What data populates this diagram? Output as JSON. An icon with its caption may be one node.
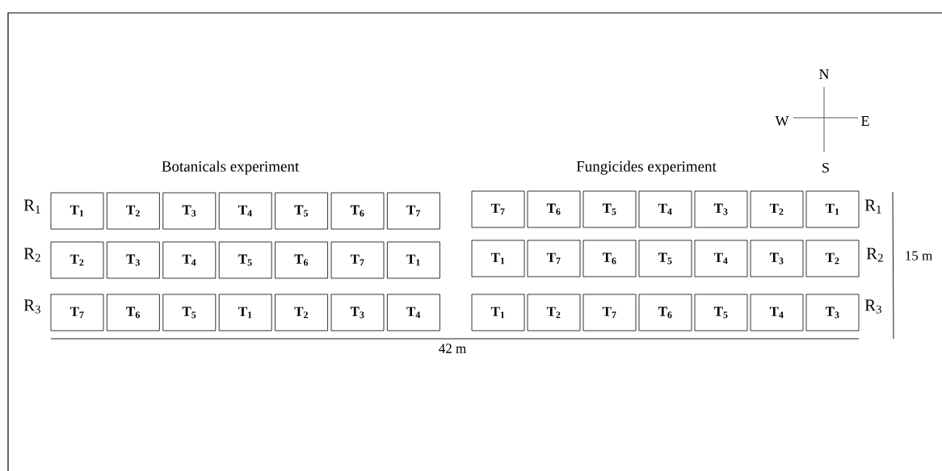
{
  "diagram": {
    "nodes": [
      {
        "text": [
          "T$_{1}$"
        ]
      },
      {
        "text": [
          "T$_{2}$"
        ]
      },
      {
        "text": [
          "T$_{3}$"
        ]
      },
      {
        "text": [
          "T$_{4}$"
        ]
      },
      {
        "text": [
          "T$_{5}$"
        ]
      },
      {
        "text": [
          "T$_{6}$"
        ]
      },
      {
        "text": [
          "T$_{7}$"
        ]
      },
      {
        "text": [
          "T$_{7}$"
        ]
      },
      {
        "text": [
          "T$_{6}$"
        ]
      },
      {
        "text": [
          "T$_{5}$"
        ]
      },
      {
        "text": [
          "T$_{4}$"
        ]
      },
      {
        "text": [
          "T$_{3}$"
        ]
      },
      {
        "text": [
          "T$_{2}$"
        ]
      },
      {
        "text": [
          "T$_{1}$"
        ]
      },
      {
        "text": [
          "T$_{2}$"
        ]
      },
      {
        "text": [
          "T$_{3}$"
        ]
      },
      {
        "text": [
          "T$_{4}$"
        ]
      },
      {
        "text": [
          "T$_{5}$"
        ]
      },
      {
        "text": [
          "T$_{6}$"
        ]
      },
      {
        "text": [
          "T$_{7}$"
        ]
      },
      {
        "text": [
          "T$_{1}$"
        ]
      },
      {
        "text": [
          "T$_{1}$"
        ]
      },
      {
        "text": [
          "T$_{7}$"
        ]
      },
      {
        "text": [
          "T$_{6}$"
        ]
      },
      {
        "text": [
          "T$_{5}$"
        ]
      },
      {
        "text": [
          "T$_{4}$"
        ]
      },
      {
        "text": [
          "T$_{3}$"
        ]
      },
      {
        "text": [
          "T$_{2}$"
        ]
      },
      {
        "text": [
          "T$_{7}$"
        ]
      },
      {
        "text": [
          "T$_{6}$"
        ]
      },
      {
        "text": [
          "T$_{5}$"
        ]
      },
      {
        "text": [
          "T$_{1}$"
        ]
      },
      {
        "text": [
          "T$_{2}$"
        ]
      },
      {
        "text": [
          "T$_{3}$"
        ]
      },
      {
        "text": [
          "T$_{4}$"
        ]
      },
      {
        "text": [
          "T$_{1}$"
        ]
      },
      {
        "text": [
          "T$_{2}$"
        ]
      },
      {
        "text": [
          "T$_{7}$"
        ]
      },
      {
        "text": [
          "T$_{6}$"
        ]
      },
      {
        "text": [
          "T$_{5}$"
        ]
      },
      {
        "text": [
          "T$_{4}$"
        ]
      },
      {
        "text": [
          "T$_{3}$"
        ]
      }
    ],
    "labels": [
      "N",
      "W",
      "E",
      "Botanicals experiment",
      "Fungicides experiment",
      "S",
      "R$_{1}$",
      "R$_{1}$",
      "R$_{2}$",
      "R$_{2}$",
      "15 m",
      "R$_{3}$",
      "R$_{3}$",
      "42 m"
    ]
  }
}
